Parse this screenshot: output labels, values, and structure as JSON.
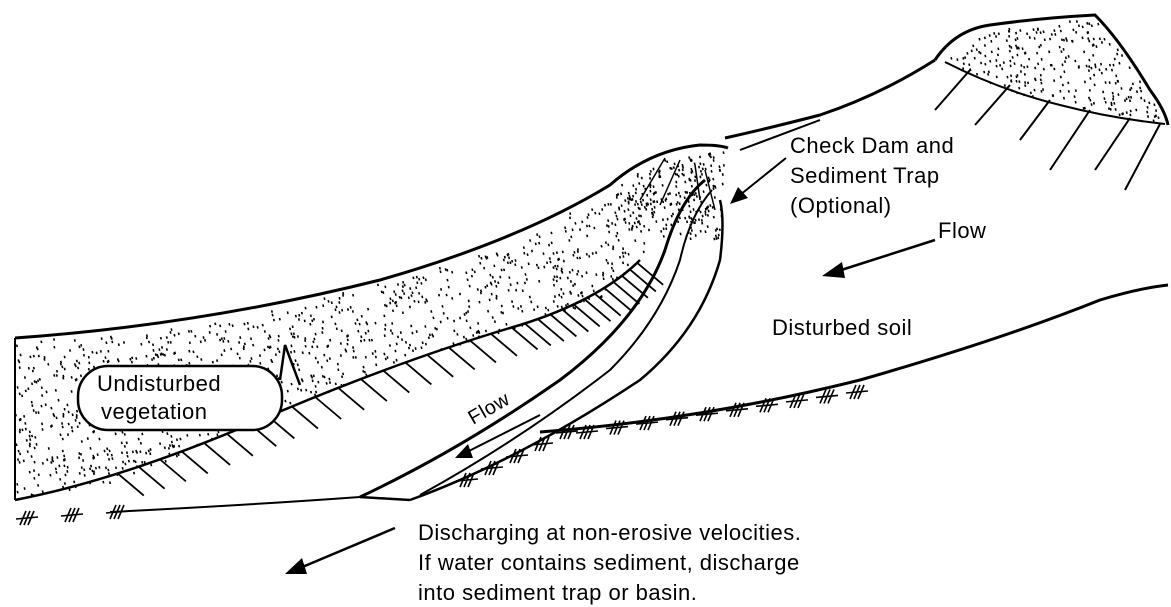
{
  "labels": {
    "check_dam_line1": "Check Dam and",
    "check_dam_line2": "Sediment Trap",
    "check_dam_line3": "(Optional)",
    "flow_right": "Flow",
    "flow_channel": "Flow",
    "disturbed_soil": "Disturbed soil",
    "undisturbed_line1": "Undisturbed",
    "undisturbed_line2": "vegetation",
    "discharge_line1": "Discharging at non-erosive velocities.",
    "discharge_line2": "If water contains sediment, discharge",
    "discharge_line3": "into sediment trap or basin."
  },
  "colors": {
    "ink": "#000000",
    "paper": "#ffffff"
  }
}
